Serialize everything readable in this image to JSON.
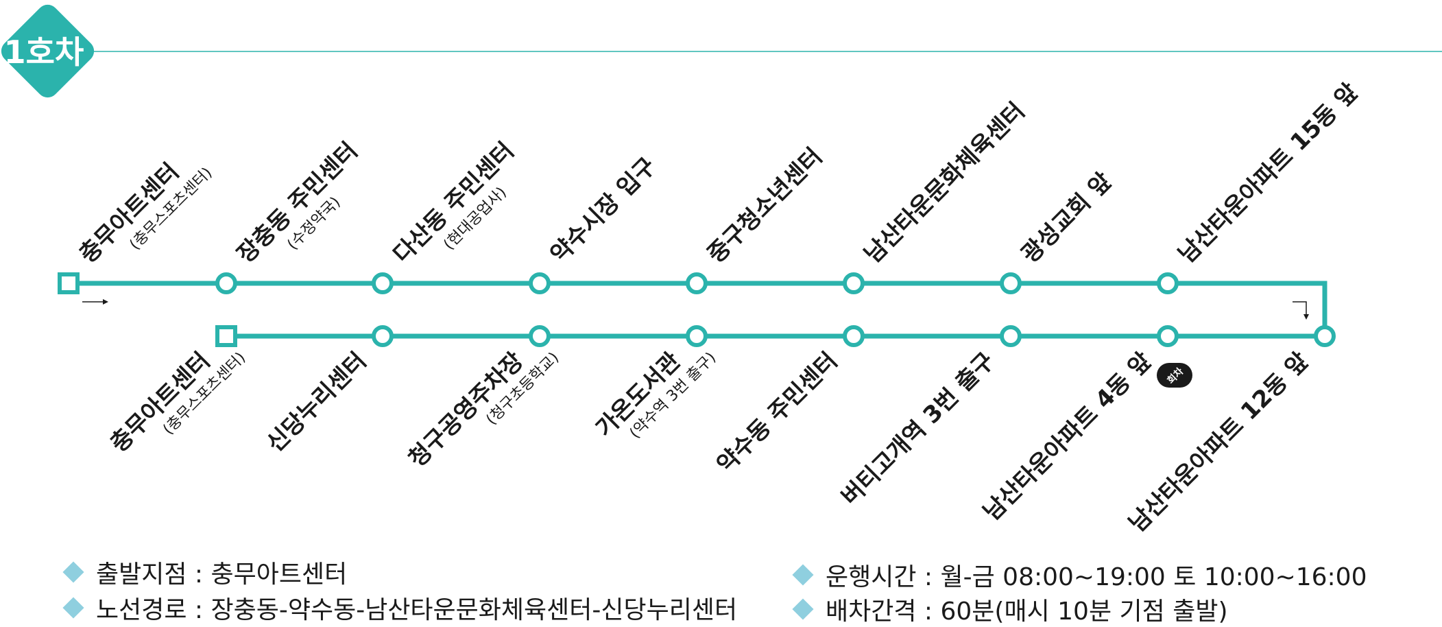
{
  "badge": {
    "label": "1호차"
  },
  "colors": {
    "route": "#2bb3ac",
    "badge": "#2bb3ac",
    "bullet": "#8fcfdf",
    "text": "#1a1a1a"
  },
  "top_row": [
    {
      "name": "충무아트센터",
      "sub": "(충무스포츠센터)"
    },
    {
      "name": "장충동 주민센터",
      "sub": "(수정약국)"
    },
    {
      "name": "다산동 주민센터",
      "sub": "(현대공업사)"
    },
    {
      "name": "약수시장 입구",
      "sub": ""
    },
    {
      "name": "중구청소년센터",
      "sub": ""
    },
    {
      "name": "남산타운문화체육센터",
      "sub": ""
    },
    {
      "name": "광성교회 앞",
      "sub": ""
    },
    {
      "name": "남산타운아파트 15동 앞",
      "sub": ""
    }
  ],
  "bottom_row": [
    {
      "name": "충무아트센터",
      "sub": "(충무스포츠센터)"
    },
    {
      "name": "신당누리센터",
      "sub": ""
    },
    {
      "name": "청구공영주차장",
      "sub": "(청구초등학교)"
    },
    {
      "name": "가온도서관",
      "sub": "(약수역 3번 출구)"
    },
    {
      "name": "약수동 주민센터",
      "sub": ""
    },
    {
      "name": "버티고개역 3번 출구",
      "sub": ""
    },
    {
      "name": "남산타운아파트 4동 앞",
      "sub": ""
    },
    {
      "name": "남산타운아파트 12동 앞",
      "sub": ""
    }
  ],
  "turnaround_badge": "회차",
  "info": {
    "start": "출발지점 : 충무아트센터",
    "route": "노선경로 : 장충동-약수동-남산타운문화체육센터-신당누리센터",
    "hours": "운행시간 : 월-금 08:00~19:00 토 10:00~16:00",
    "interval": "배차간격 : 60분(매시 10분 기점 출발)"
  }
}
